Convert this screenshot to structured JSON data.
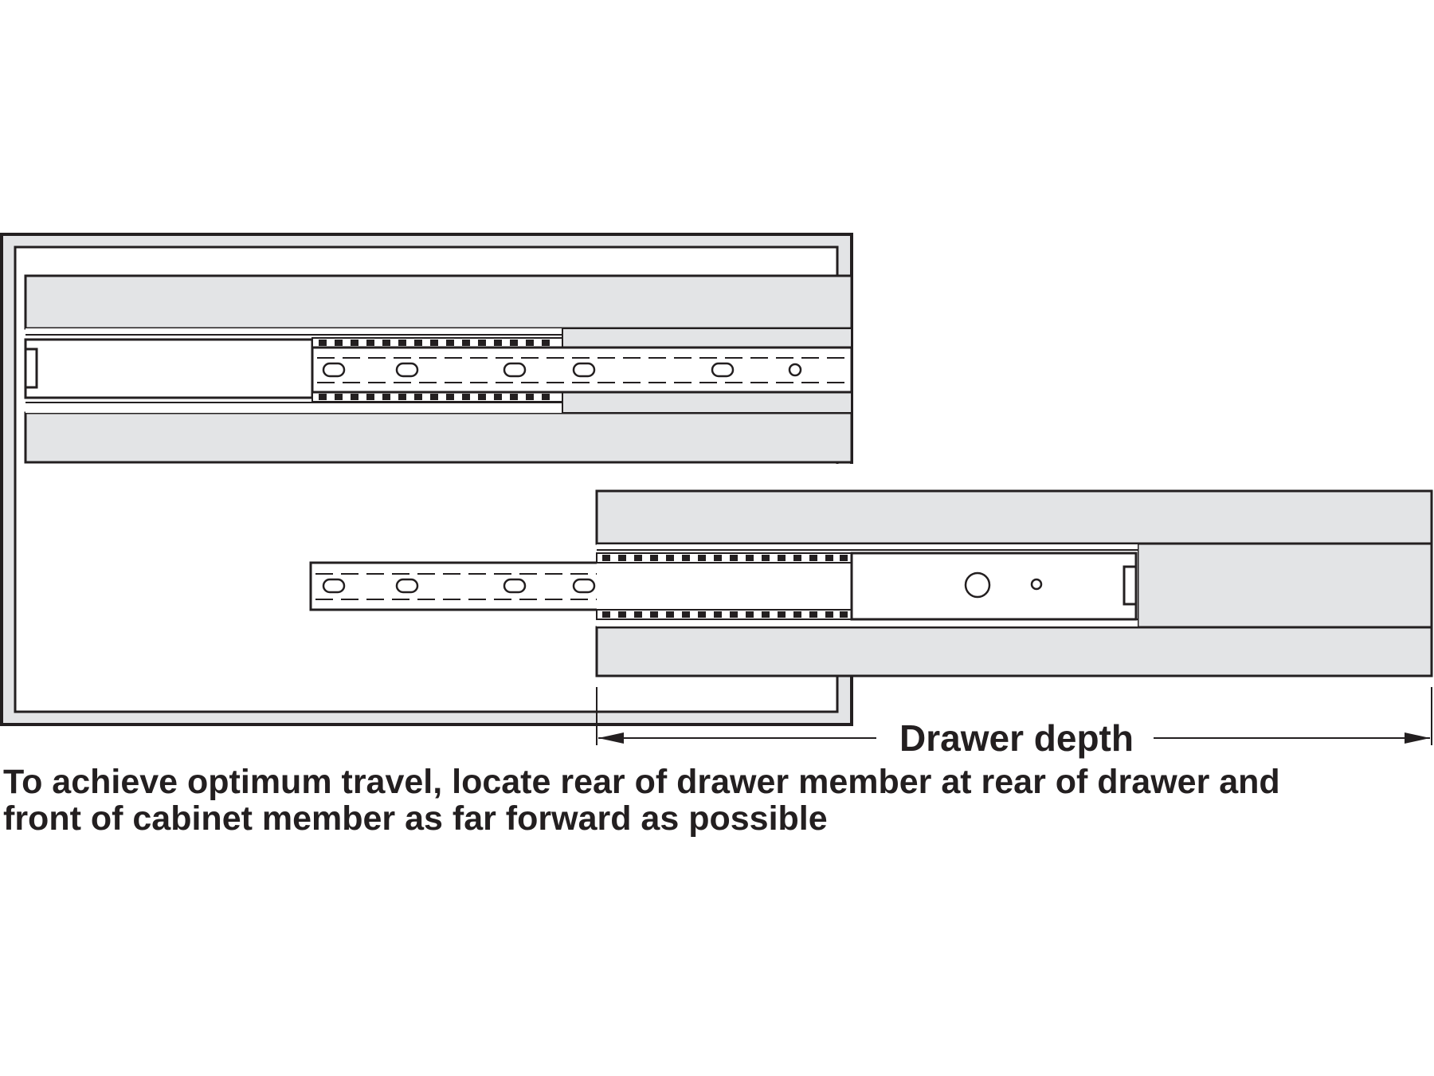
{
  "labels": {
    "dimension": "Drawer depth"
  },
  "caption": {
    "line1": "To achieve optimum travel, locate rear of drawer member at rear of drawer and",
    "line2": "front of cabinet member as far forward as possible"
  },
  "colors": {
    "line": "#231f20",
    "panel_fill": "#e3e4e6",
    "background": "#ffffff"
  }
}
